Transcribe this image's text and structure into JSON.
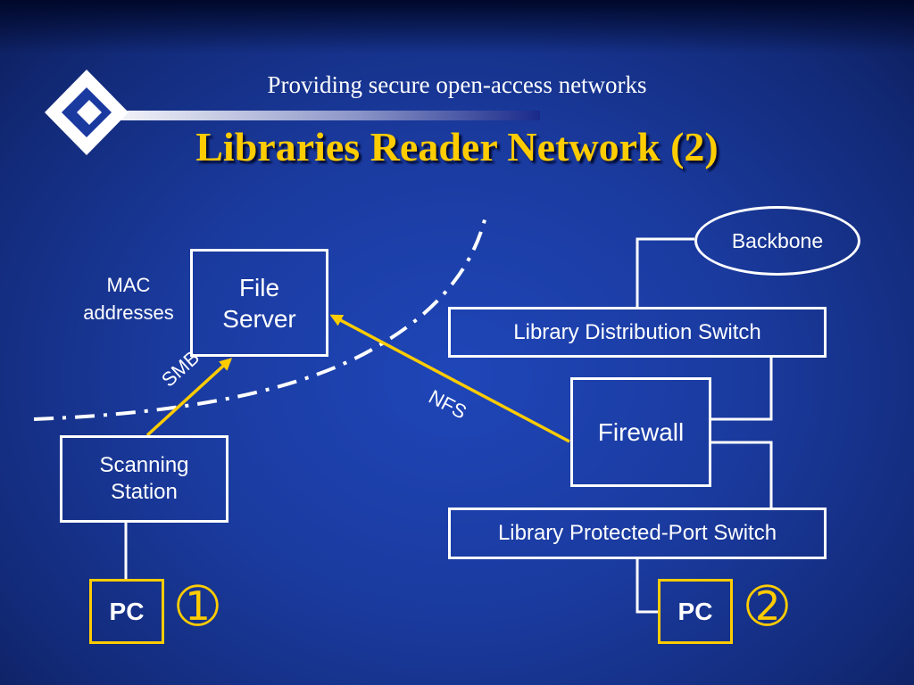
{
  "header": {
    "subtitle": "Providing secure open-access networks",
    "title": "Libraries Reader Network (2)"
  },
  "logo": {
    "icon": "diamond-logo-icon"
  },
  "diagram": {
    "file_server": "File\nServer",
    "mac_addresses": "MAC\naddresses",
    "scanning_station": "Scanning\nStation",
    "backbone": "Backbone",
    "distribution_switch": "Library Distribution Switch",
    "firewall": "Firewall",
    "protected_switch": "Library Protected-Port Switch",
    "pc_left": "PC",
    "pc_right": "PC",
    "marker_1": "➀",
    "marker_2": "➁",
    "smb_label": "SMB",
    "nfs_label": "NFS",
    "colors": {
      "accent": "#ffcc00",
      "line": "#ffffff",
      "background": "#1a3a9e"
    }
  }
}
